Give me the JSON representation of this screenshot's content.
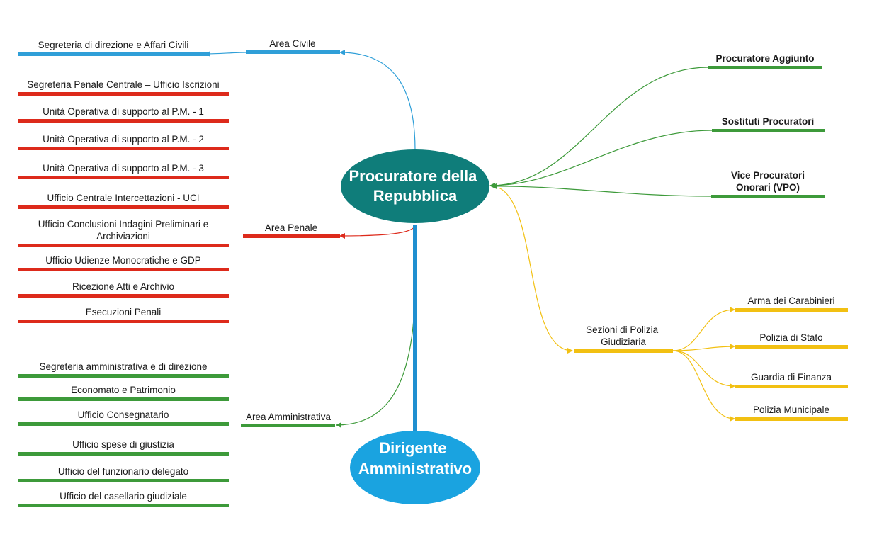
{
  "colors": {
    "blue": "#2f9fd8",
    "red": "#dd2a1b",
    "green": "#3d9a3a",
    "yellow": "#f2c012",
    "teal_root": "#0f7d7a",
    "blue_root": "#1aa3e0"
  },
  "roots": {
    "procuratore": "Procuratore della Repubblica",
    "procuratore_lines": [
      "Procuratore della",
      "Repubblica"
    ],
    "dirigente": "Dirigente Amministrativo",
    "dirigente_lines": [
      "Dirigente",
      "Amministrativo"
    ]
  },
  "areas": {
    "civile": {
      "label": "Area Civile"
    },
    "penale": {
      "label": "Area Penale"
    },
    "amministrativa": {
      "label": "Area Amministrativa"
    },
    "polizia": {
      "label_lines": [
        "Sezioni di Polizia",
        "Giudiziaria"
      ]
    }
  },
  "civile_items": [
    "Segreteria di direzione e  Affari Civili"
  ],
  "penale_items": [
    [
      "Segreteria Penale Centrale – Ufficio Iscrizioni"
    ],
    [
      "Unità Operativa di supporto al P.M. - 1"
    ],
    [
      "Unità Operativa di supporto al P.M. - 2"
    ],
    [
      "Unità Operativa di supporto al P.M. - 3"
    ],
    [
      "Ufficio Centrale Intercettazioni - UCI"
    ],
    [
      "Ufficio Conclusioni Indagini Preliminari e",
      "Archiviazioni"
    ],
    [
      "Ufficio Udienze Monocratiche e GDP"
    ],
    [
      "Ricezione Atti e Archivio"
    ],
    [
      "Esecuzioni Penali"
    ]
  ],
  "amministrativa_items": [
    "Segreteria amministrativa e di direzione",
    "Economato e Patrimonio",
    "Ufficio Consegnatario",
    "Ufficio spese di giustizia",
    "Ufficio del funzionario delegato",
    "Ufficio del casellario giudiziale"
  ],
  "magistrati_items": [
    [
      "Procuratore Aggiunto"
    ],
    [
      "Sostituti Procuratori"
    ],
    [
      "Vice Procuratori",
      "Onorari (VPO)"
    ]
  ],
  "polizia_items": [
    "Arma dei Carabinieri",
    "Polizia di Stato",
    "Guardia di Finanza",
    "Polizia Municipale"
  ]
}
